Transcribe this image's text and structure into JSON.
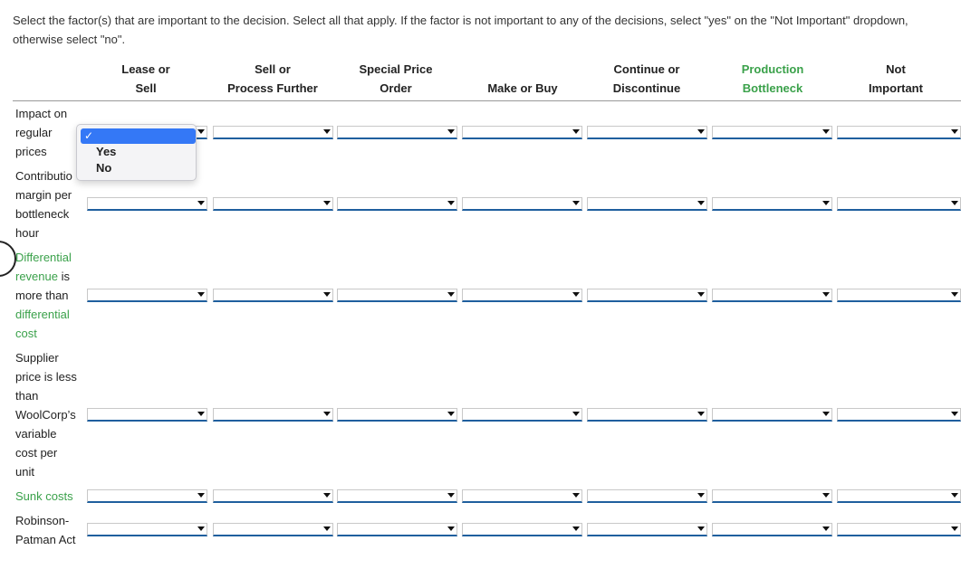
{
  "instructions": "Select the factor(s) that are important to the decision. Select all that apply. If the factor is not important to any of the decisions, select \"yes\" on the \"Not Important\" dropdown, otherwise select \"no\".",
  "columns": [
    {
      "line1": "Lease or",
      "line2": "Sell"
    },
    {
      "line1": "Sell or",
      "line2": "Process Further"
    },
    {
      "line1": "Special Price",
      "line2": "Order"
    },
    {
      "line1": "",
      "line2": "Make or Buy"
    },
    {
      "line1": "Continue or",
      "line2": "Discontinue"
    },
    {
      "line1": "Production",
      "line2": "Bottleneck"
    },
    {
      "line1": "Not",
      "line2": "Important"
    }
  ],
  "rows": [
    {
      "label_lines": [
        "Impact on",
        "regular",
        "prices"
      ]
    },
    {
      "label_lines": [
        "Contributio",
        "margin per",
        "bottleneck",
        "hour"
      ]
    },
    {
      "label_lines": [
        "Differential",
        "revenue",
        " is",
        "more than",
        "differential",
        "cost"
      ]
    },
    {
      "label_lines": [
        "Supplier",
        "price is less",
        "than",
        "WoolCorp’s",
        "variable",
        "cost per",
        "unit"
      ]
    },
    {
      "label_lines": [
        "Sunk costs"
      ]
    },
    {
      "label_lines": [
        "Robinson-",
        "Patman Act"
      ]
    }
  ],
  "dropdown_open": {
    "options": [
      "",
      "Yes",
      "No"
    ],
    "selected_check": "✓"
  },
  "colors": {
    "link_green": "#3aa14a",
    "select_underline": "#1f5f9e",
    "highlight": "#3478f6"
  }
}
